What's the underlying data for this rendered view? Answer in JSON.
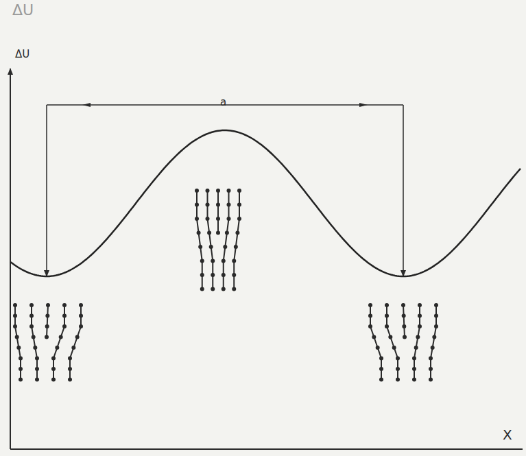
{
  "diagram": {
    "labels": [
      "ΔU",
      "ΔU",
      "a",
      "X"
    ]
  }
}
